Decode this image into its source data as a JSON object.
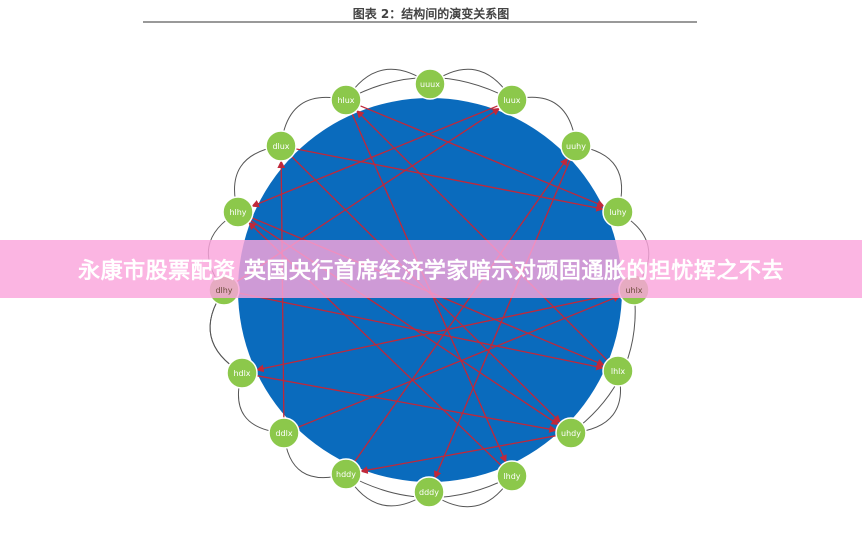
{
  "title": "图表 2：结构间的演变关系图",
  "banner": "永康市股票配资 英国央行首席经济学家暗示对顽固通胀的担忧挥之不去",
  "colors": {
    "circle": "#0a6bbd",
    "node": "#8cc84b",
    "red_edge": "#c0283a",
    "gray_edge": "#555555",
    "banner": "#f7a8da"
  },
  "nodes": [
    "uuux",
    "luux",
    "uuhy",
    "luhy",
    "uhlx",
    "lhlx",
    "uhdy",
    "lhdy",
    "dddy",
    "hddy",
    "ddlx",
    "hdlx",
    "dlhy",
    "hlhy",
    "dlux",
    "hlux"
  ],
  "red_edges": [
    [
      "hlux",
      "luhy"
    ],
    [
      "hlux",
      "lhdy"
    ],
    [
      "dlux",
      "luhy"
    ],
    [
      "dlux",
      "uhdy"
    ],
    [
      "hlhy",
      "lhlx"
    ],
    [
      "hlhy",
      "uhdy"
    ],
    [
      "dlhy",
      "lhlx"
    ],
    [
      "hdlx",
      "uhdy"
    ],
    [
      "uhdy",
      "hddy"
    ],
    [
      "hddy",
      "uuhy"
    ],
    [
      "ddlx",
      "dlux"
    ],
    [
      "luux",
      "hlhy"
    ],
    [
      "uuhy",
      "dddy"
    ],
    [
      "uhlx",
      "hdlx"
    ],
    [
      "lhlx",
      "hlux"
    ],
    [
      "dlhy",
      "luux"
    ],
    [
      "ddlx",
      "uhlx"
    ],
    [
      "lhdy",
      "hlhy"
    ]
  ],
  "gray_edges": [
    [
      "hlux",
      "uuux"
    ],
    [
      "uuux",
      "luux"
    ],
    [
      "luux",
      "uuhy"
    ],
    [
      "uuhy",
      "luhy"
    ],
    [
      "luhy",
      "uhlx"
    ],
    [
      "uhlx",
      "uhdy"
    ],
    [
      "lhlx",
      "uhdy"
    ],
    [
      "lhdy",
      "dddy"
    ],
    [
      "dddy",
      "hddy"
    ],
    [
      "hddy",
      "ddlx"
    ],
    [
      "ddlx",
      "hdlx"
    ],
    [
      "hdlx",
      "dlhy"
    ],
    [
      "dlhy",
      "hlhy"
    ],
    [
      "hlhy",
      "dlux"
    ],
    [
      "dlux",
      "hlux"
    ],
    [
      "luux",
      "hlux"
    ],
    [
      "hddy",
      "lhdy"
    ],
    [
      "dlhy",
      "hdlx"
    ]
  ]
}
